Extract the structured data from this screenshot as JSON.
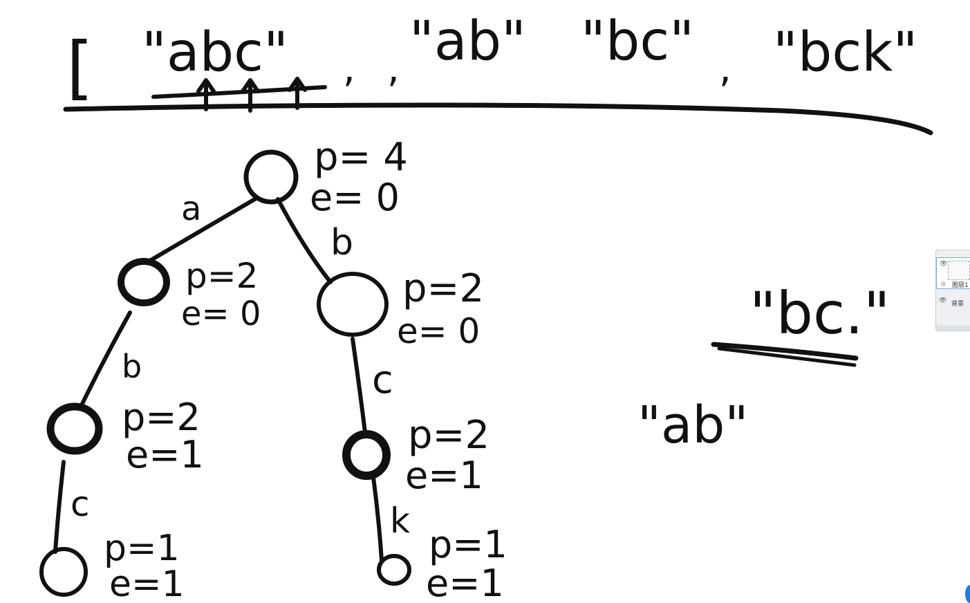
{
  "header": {
    "open_bracket": "[",
    "words": [
      "\"abc\"",
      "\"ab\"",
      "\"bc\"",
      "\"bck\""
    ],
    "separator": ","
  },
  "trie": {
    "root": {
      "p_text": "p= 4",
      "e_text": "e= 0"
    },
    "node_a": {
      "edge": "a",
      "p_text": "p=2",
      "e_text": "e= 0"
    },
    "node_b": {
      "edge": "b",
      "p_text": "p=2",
      "e_text": "e= 0"
    },
    "node_ab": {
      "edge": "b",
      "p_text": "p=2",
      "e_text": "e=1"
    },
    "node_bc": {
      "edge": "c",
      "p_text": "p=2",
      "e_text": "e=1"
    },
    "node_abc": {
      "edge": "c",
      "p_text": "p=1",
      "e_text": "e=1"
    },
    "node_bck": {
      "edge": "k",
      "p_text": "p=1",
      "e_text": "e=1"
    }
  },
  "side_notes": {
    "removed_word": "\"bc.\"",
    "word": "\"ab\""
  },
  "layers_panel": {
    "layer_1_label": "图层1",
    "background_label": "背景",
    "eye_icon_glyph": "👁"
  },
  "colors": {
    "ink": "#111111",
    "panel_bg": "#eef0f3",
    "accent": "#1e7be6"
  }
}
